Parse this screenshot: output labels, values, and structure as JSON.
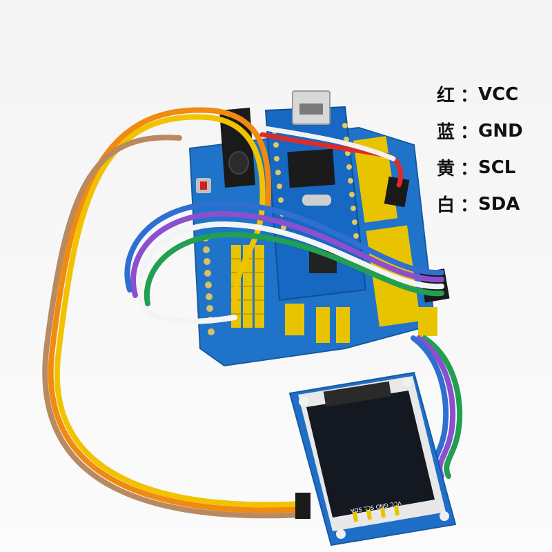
{
  "legend": {
    "separator": "：",
    "items": [
      {
        "chinese": "红",
        "signal": "VCC",
        "color": "#e02a2a"
      },
      {
        "chinese": "蓝",
        "signal": "GND",
        "color": "#2f6fd0"
      },
      {
        "chinese": "黄",
        "signal": "SCL",
        "color": "#f2c200"
      },
      {
        "chinese": "白",
        "signal": "SDA",
        "color": "#ffffff"
      }
    ]
  },
  "oled_module": {
    "pin_labels": "VCC GND SCL SDA"
  },
  "colors": {
    "shield_board": "#1f74c9",
    "nano_board": "#1668c2",
    "header_pins": "#e8c400",
    "oled_screen": "#141821"
  }
}
